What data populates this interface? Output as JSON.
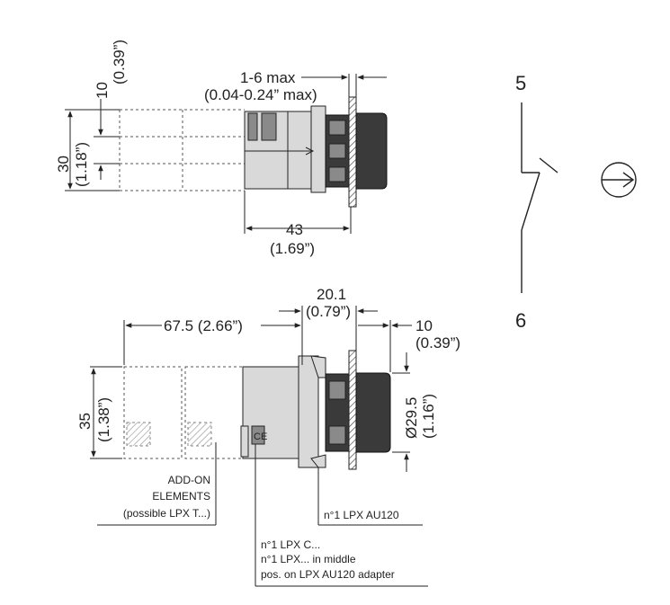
{
  "top_view": {
    "dim_gap": "1-6 max",
    "dim_gap_in": "(0.04-0.24” max)",
    "dim_depth": "43",
    "dim_depth_in": "(1.69”)",
    "dim_width": "30",
    "dim_width_in": "(1.18”)",
    "dim_pitch": "10",
    "dim_pitch_in": "(0.39”)"
  },
  "side_view": {
    "dim_addon": "67.5 (2.66”)",
    "dim_head": "20.1",
    "dim_head_in": "(0.79”)",
    "dim_front": "10",
    "dim_front_in": "(0.39”)",
    "dim_height": "35",
    "dim_height_in": "(1.38”)",
    "dim_diameter": "Ø29.5",
    "dim_diameter_in": "(1.16”)",
    "addon_line1": "ADD-ON",
    "addon_line2": "ELEMENTS",
    "addon_line3": "(possible LPX T...)",
    "label_adapter": "n°1 LPX AU120",
    "contact_line1": "n°1 LPX C...",
    "contact_line2": "n°1 LPX... in middle",
    "contact_line3": "pos. on LPX AU120 adapter"
  },
  "schematic": {
    "terminal_top": "5",
    "terminal_bottom": "6"
  }
}
